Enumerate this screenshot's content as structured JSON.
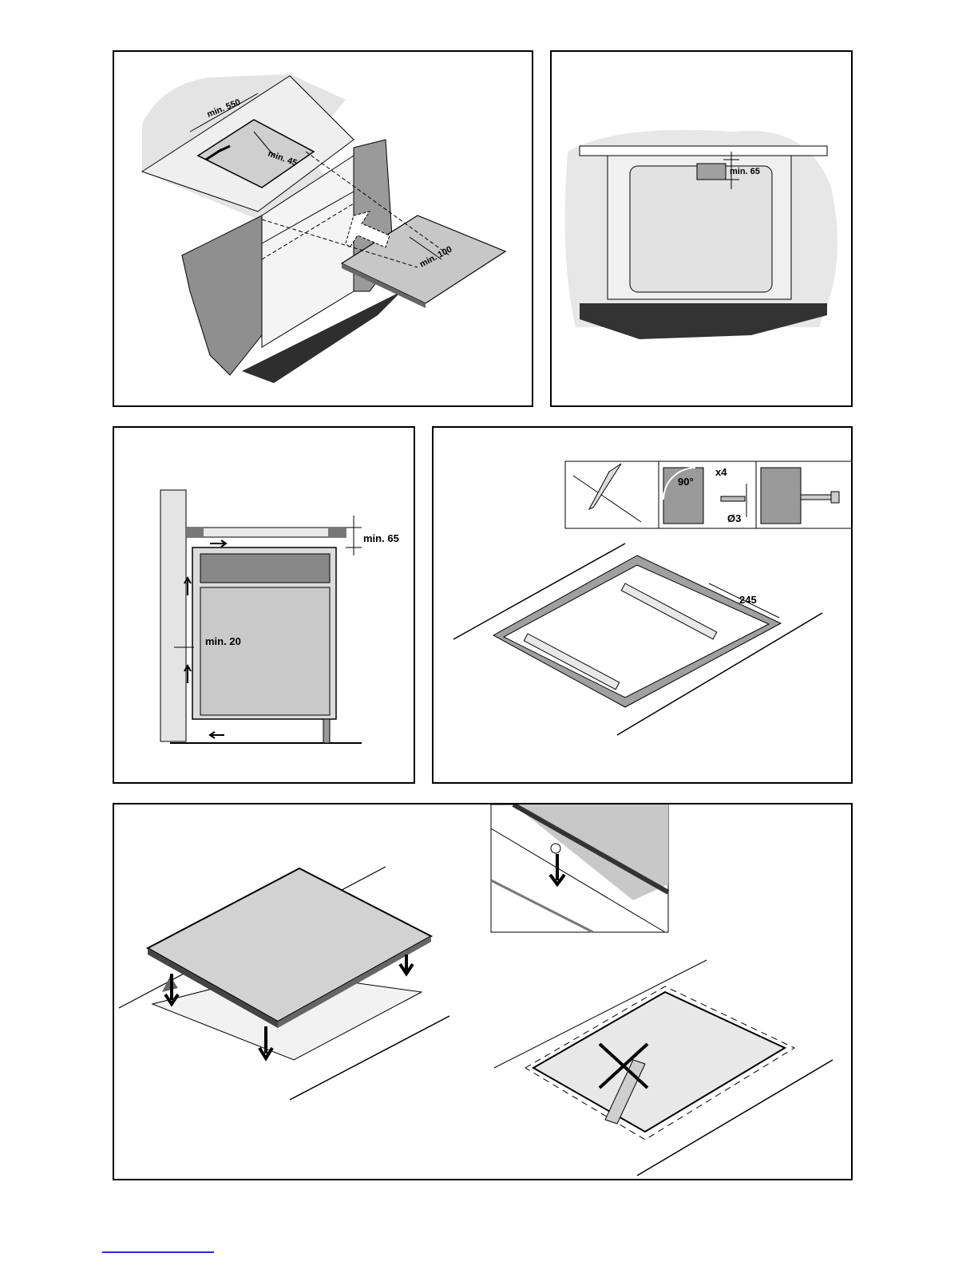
{
  "figures": {
    "fig1": {
      "dim_width": "min. 550",
      "dim_depth": "min. 45",
      "dim_shelf": "min. 100"
    },
    "fig2": {
      "dim_top": "min. 65"
    },
    "fig3": {
      "dim_top": "min. 65",
      "dim_side": "min. 20"
    },
    "fig4": {
      "count": "x4",
      "angle": "90°",
      "drill": "Ø3",
      "dim_spacing": "245"
    },
    "fig5": {},
    "fig6": {},
    "fig7": {}
  },
  "colors": {
    "grey_light": "#d9d9d9",
    "grey_mid": "#a8a8a8",
    "grey_dark": "#333333",
    "link": "#2b2bd6"
  }
}
